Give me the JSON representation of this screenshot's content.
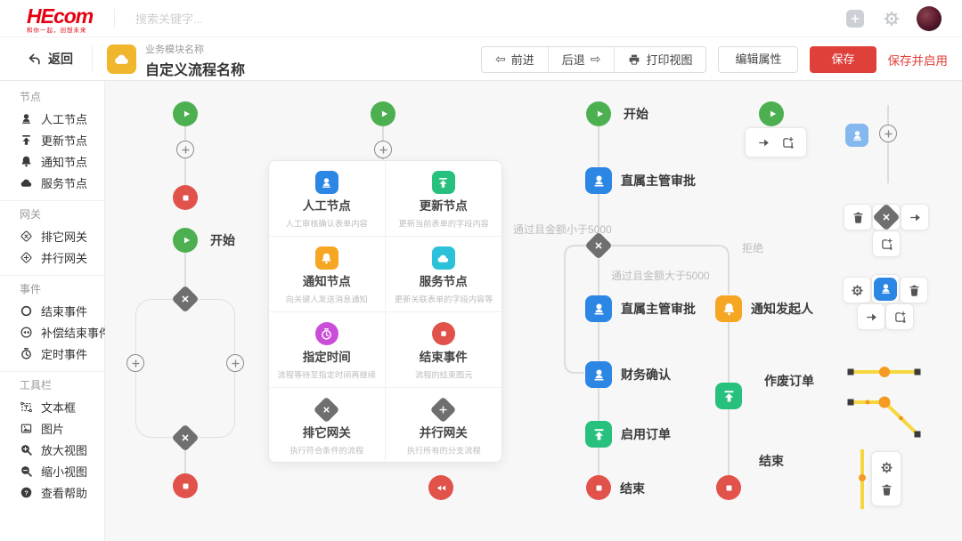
{
  "topbar": {
    "logo": "HEcom",
    "tagline": "和你一起，创想未来",
    "search_placeholder": "搜索关键字...",
    "icons": [
      "plus-icon",
      "gear-icon",
      "avatar"
    ]
  },
  "toolbar": {
    "back": "返回",
    "module_label": "业务模块名称",
    "process_name": "自定义流程名称",
    "forward": "前进",
    "backward": "后退",
    "print": "打印视图",
    "edit_properties": "编辑属性",
    "save": "保存",
    "save_and_enable": "保存并启用"
  },
  "sidebar": {
    "sections": [
      {
        "title": "节点",
        "items": [
          {
            "label": "人工节点",
            "icon": "user-icon"
          },
          {
            "label": "更新节点",
            "icon": "upload-icon"
          },
          {
            "label": "通知节点",
            "icon": "bell-icon"
          },
          {
            "label": "服务节点",
            "icon": "cloud-icon"
          }
        ]
      },
      {
        "title": "网关",
        "items": [
          {
            "label": "排它网关",
            "icon": "diamond-x-icon"
          },
          {
            "label": "并行网关",
            "icon": "diamond-plus-icon"
          }
        ]
      },
      {
        "title": "事件",
        "items": [
          {
            "label": "结束事件",
            "icon": "ring-icon"
          },
          {
            "label": "补偿结束事件",
            "icon": "rewind-circle-icon"
          },
          {
            "label": "定时事件",
            "icon": "timer-icon"
          }
        ]
      },
      {
        "title": "工具栏",
        "items": [
          {
            "label": "文本框",
            "icon": "textbox-icon"
          },
          {
            "label": "图片",
            "icon": "image-icon"
          },
          {
            "label": "放大视图",
            "icon": "zoom-in-icon"
          },
          {
            "label": "缩小视图",
            "icon": "zoom-out-icon"
          },
          {
            "label": "查看帮助",
            "icon": "help-icon"
          }
        ]
      }
    ]
  },
  "palette": {
    "items": [
      {
        "title": "人工节点",
        "desc": "人工审核确认表单内容",
        "icon": "user-node-icon",
        "color": "#2b87e3",
        "shape": "square"
      },
      {
        "title": "更新节点",
        "desc": "更新当前表单的字段内容",
        "icon": "update-node-icon",
        "color": "#27c07d",
        "shape": "square"
      },
      {
        "title": "通知节点",
        "desc": "向关键人发送消息通知",
        "icon": "bell-node-icon",
        "color": "#f5a623",
        "shape": "square"
      },
      {
        "title": "服务节点",
        "desc": "更新关联表单的字段内容等",
        "icon": "service-node-icon",
        "color": "#2bc1d9",
        "shape": "square"
      },
      {
        "title": "指定时间",
        "desc": "流程等待至指定时间再继续",
        "icon": "timer-node-icon",
        "color": "#c94fd8",
        "shape": "circle"
      },
      {
        "title": "结束事件",
        "desc": "流程的结束图元",
        "icon": "end-node-icon",
        "color": "#e0524a",
        "shape": "circle"
      },
      {
        "title": "排它网关",
        "desc": "执行符合条件的流程",
        "icon": "exclusive-gateway-icon",
        "color": "#6f6f6f",
        "shape": "diamond"
      },
      {
        "title": "并行网关",
        "desc": "执行所有的分支流程",
        "icon": "parallel-gateway-icon",
        "color": "#6f6f6f",
        "shape": "diamond"
      }
    ]
  },
  "canvas": {
    "left_flow": {
      "start_label": "开始"
    },
    "main_flow": {
      "start": "开始",
      "supervisor_approval_1": "直属主管审批",
      "cond_amount_lt_5000": "通过且金额小于5000",
      "cond_reject": "拒绝",
      "cond_amount_gt_5000": "通过且金额大于5000",
      "supervisor_approval_2": "直属主管审批",
      "finance_confirm": "财务确认",
      "enable_order": "启用订单",
      "end_main": "结束",
      "notify_initiator": "通知发起人",
      "void_order": "作废订单",
      "end_branch": "结束"
    },
    "popovers": {
      "node_popover_icons": [
        "arrow-right-icon",
        "duplicate-icon"
      ],
      "gateway_popover_icons": [
        "trash-icon",
        "exclusive-gateway-icon",
        "arrow-right-icon",
        "duplicate-icon"
      ],
      "user_node_popover_icons": [
        "gear-icon",
        "user-node-icon",
        "trash-icon",
        "arrow-right-icon",
        "duplicate-icon"
      ],
      "edge_popover_icons": [
        "gear-icon",
        "trash-icon"
      ]
    }
  },
  "colors": {
    "brand_red": "#e60012",
    "accent_red": "#e0403a",
    "start_green": "#4cb050",
    "stop_red": "#e0524a",
    "update_green": "#27c07d",
    "user_blue": "#2b87e3",
    "ghost_blue": "#85b8ef",
    "notify_orange": "#f5a623",
    "service_teal": "#2bc1d9",
    "timer_purple": "#c94fd8",
    "gateway_gray": "#6f6f6f",
    "edge_yellow": "#f7d73e",
    "edge_dot_orange": "#f59a23"
  }
}
